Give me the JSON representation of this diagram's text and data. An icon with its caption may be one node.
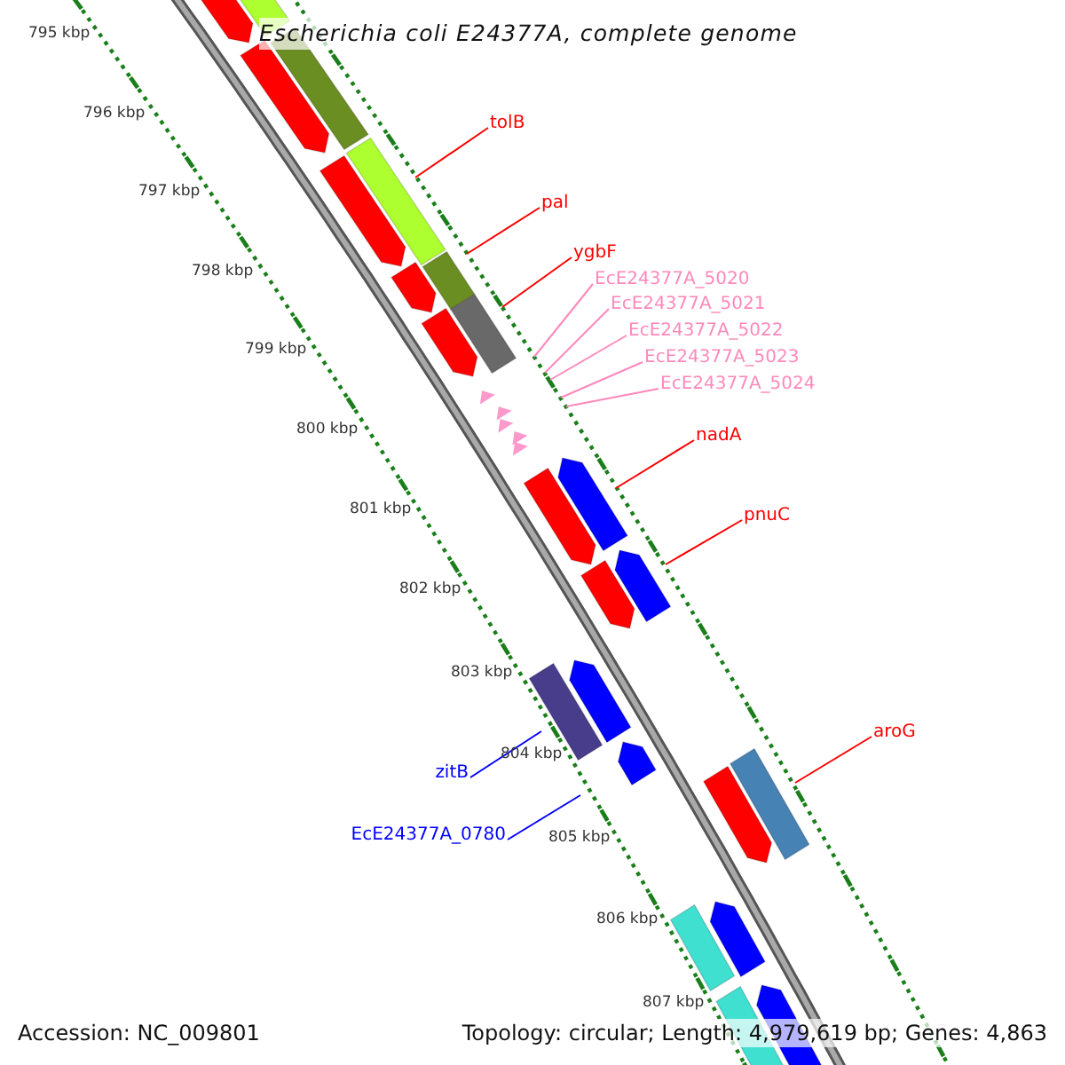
{
  "diagram": {
    "title": "Escherichia coli E24377A, complete genome",
    "nodes": [
      {
        "text": [
          "tolB"
        ]
      },
      {
        "text": [
          "pal"
        ]
      },
      {
        "text": [
          "ygbF"
        ]
      },
      {
        "text": [
          "EcE24377A_5020"
        ]
      },
      {
        "text": [
          "EcE24377A_5021"
        ]
      },
      {
        "text": [
          "EcE24377A_5022"
        ]
      },
      {
        "text": [
          "EcE24377A_5023"
        ]
      },
      {
        "text": [
          "EcE24377A_5024"
        ]
      },
      {
        "text": [
          "nadA"
        ]
      },
      {
        "text": [
          "pnuC"
        ]
      },
      {
        "text": [
          "aroG"
        ]
      },
      {
        "text": [
          "zitB"
        ]
      },
      {
        "text": [
          "EcE24377A_0780"
        ]
      }
    ],
    "edges": [
      {
        "from": 0,
        "to": null,
        "arrow": "none"
      },
      {
        "from": 1,
        "to": null,
        "arrow": "none"
      },
      {
        "from": 2,
        "to": null,
        "arrow": "none"
      },
      {
        "from": 3,
        "to": null,
        "arrow": "none",
        "color": "#ff88bb"
      },
      {
        "from": 4,
        "to": null,
        "arrow": "none",
        "color": "#ff88bb"
      },
      {
        "from": 5,
        "to": null,
        "arrow": "none",
        "color": "#ff88bb"
      },
      {
        "from": 6,
        "to": null,
        "arrow": "none",
        "color": "#ff88bb"
      },
      {
        "from": 7,
        "to": null,
        "arrow": "none",
        "color": "#ff88bb"
      },
      {
        "from": 8,
        "to": null,
        "arrow": "none"
      },
      {
        "from": 9,
        "to": null,
        "arrow": "none"
      },
      {
        "from": 10,
        "to": null,
        "arrow": "none"
      },
      {
        "from": 11,
        "to": null,
        "arrow": "none",
        "color": "#0000ff"
      },
      {
        "from": 12,
        "to": null,
        "arrow": "none",
        "color": "#0000ff"
      }
    ],
    "labels": [
      "795 kbp",
      "796 kbp",
      "797 kbp",
      "798 kbp",
      "799 kbp",
      "800 kbp",
      "801 kbp",
      "802 kbp",
      "803 kbp",
      "804 kbp",
      "805 kbp",
      "806 kbp",
      "807 kbp",
      "Accession: NC_009801",
      "Topology: circular; Length: 4,979,619 bp; Genes: 4,863"
    ]
  }
}
